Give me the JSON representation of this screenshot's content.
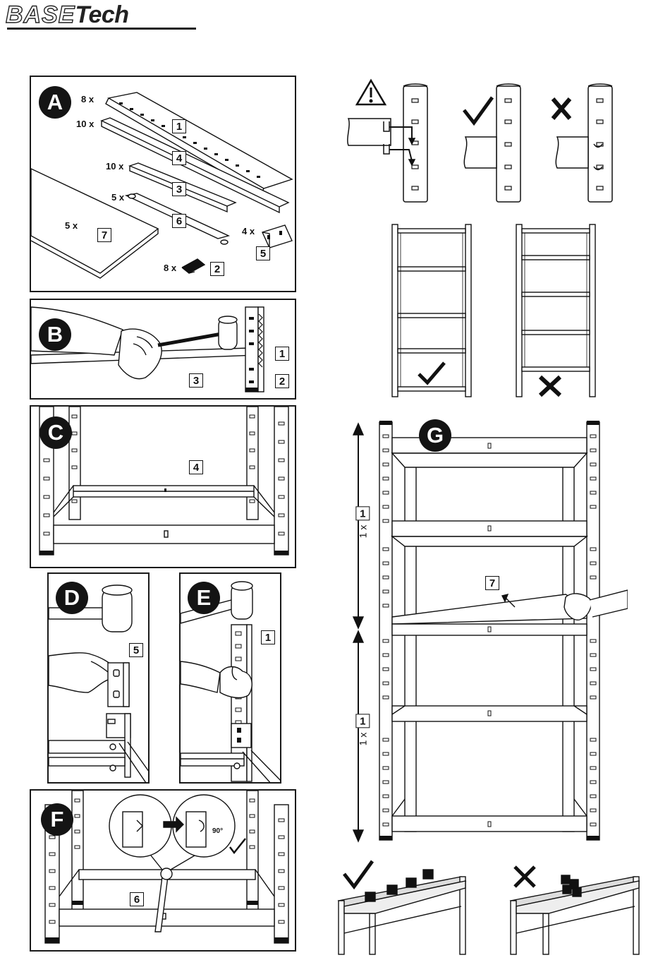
{
  "brand": {
    "part1": "BASE",
    "part2": "Tech"
  },
  "panels": {
    "A": {
      "letter": "A"
    },
    "B": {
      "letter": "B"
    },
    "C": {
      "letter": "C"
    },
    "D": {
      "letter": "D"
    },
    "E": {
      "letter": "E"
    },
    "F": {
      "letter": "F"
    },
    "G": {
      "letter": "G"
    }
  },
  "parts": {
    "p1": {
      "qty": "8 x",
      "num": "1"
    },
    "p4": {
      "qty": "10 x",
      "num": "4"
    },
    "p3": {
      "qty": "10 x",
      "num": "3"
    },
    "p6": {
      "qty": "5 x",
      "num": "6"
    },
    "p7": {
      "qty": "5 x",
      "num": "7"
    },
    "p5": {
      "qty": "4 x",
      "num": "5"
    },
    "p2": {
      "qty": "8 x",
      "num": "2"
    }
  },
  "callouts": {
    "b1": "1",
    "b2": "2",
    "b3": "3",
    "c4": "4",
    "d5": "5",
    "e1": "1",
    "f6": "6",
    "g7": "7"
  },
  "assembly": {
    "upper_qty": "1 x",
    "upper_part": "1",
    "lower_qty": "1 x",
    "lower_part": "1"
  },
  "rotation_label": "90°",
  "icons": [
    "warning-icon",
    "check-icon",
    "cross-icon",
    "mallet-icon",
    "weight-icon"
  ]
}
